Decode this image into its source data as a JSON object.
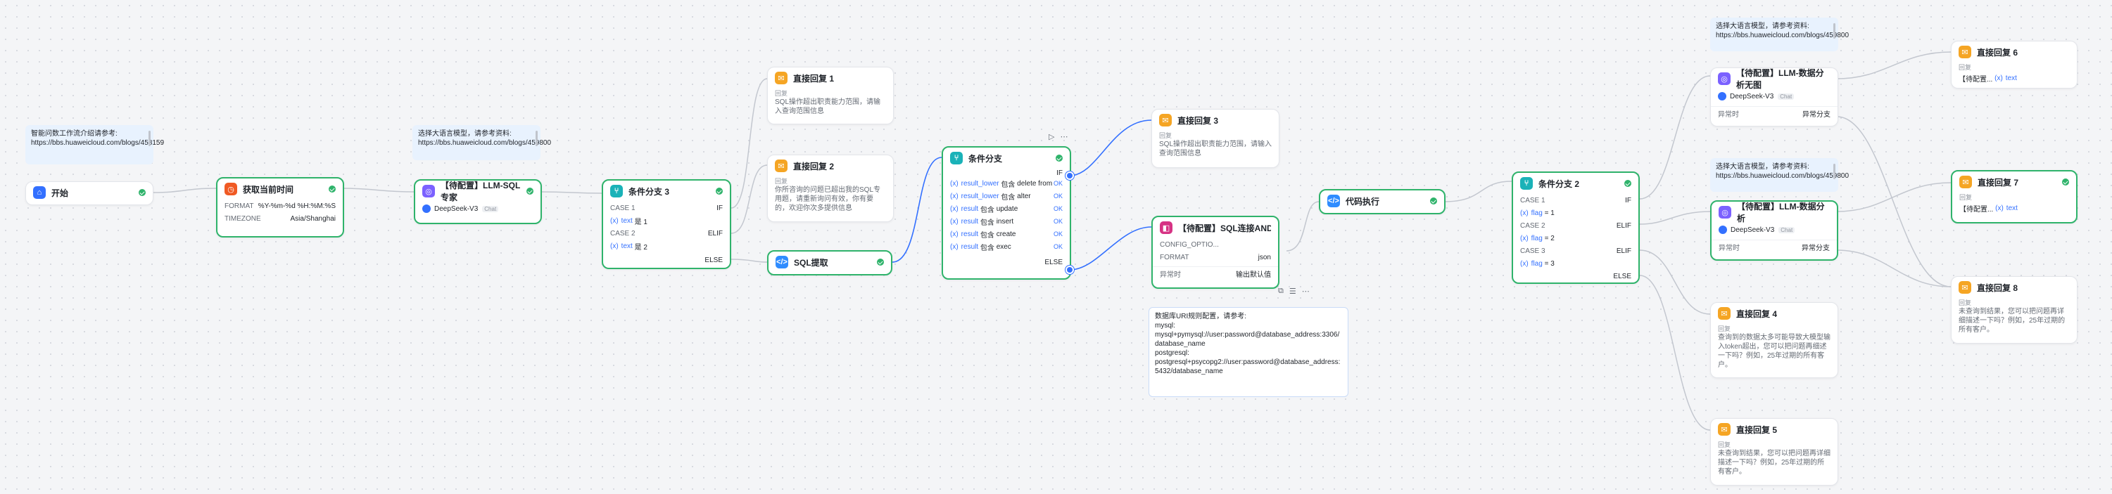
{
  "colors": {
    "accent": "#3370ff",
    "success": "#2fb36b",
    "answer": "#f5a524"
  },
  "nodes": {
    "start": {
      "title": "开始"
    },
    "time": {
      "title": "获取当前时间",
      "rows": [
        {
          "k": "FORMAT",
          "v": "%Y-%m-%d %H:%M:%S"
        },
        {
          "k": "TIMEZONE",
          "v": "Asia/Shanghai"
        }
      ]
    },
    "llm_sql": {
      "title": "【待配置】LLM-SQL专家",
      "model": "DeepSeek-V3",
      "chip": "Chat"
    },
    "cond3": {
      "title": "条件分支 3",
      "case1": "CASE 1",
      "if": "IF",
      "row1_var": "text",
      "row1_op": "是 1",
      "case2": "CASE 2",
      "elif": "ELIF",
      "row2_var": "text",
      "row2_op": "是 2",
      "else": "ELSE"
    },
    "reply1": {
      "title": "直接回复 1",
      "label": "回复",
      "text": "SQL操作超出职责能力范围，请输入查询范围信息"
    },
    "reply2": {
      "title": "直接回复 2",
      "label": "回复",
      "text": "你所咨询的问题已超出我的SQL专用题，请重新询问有效，你有要的，欢迎你次多提供信息"
    },
    "sql_extract": {
      "title": "SQL提取"
    },
    "cond1": {
      "title": "条件分支",
      "rows": [
        {
          "var": "result_lower",
          "op": "包含",
          "val": "delete from",
          "ok": "OK"
        },
        {
          "var": "result_lower",
          "op": "包含",
          "val": "alter",
          "ok": "OK"
        },
        {
          "var": "result",
          "op": "包含",
          "val": "update",
          "ok": "OK"
        },
        {
          "var": "result",
          "op": "包含",
          "val": "insert",
          "ok": "OK"
        },
        {
          "var": "result",
          "op": "包含",
          "val": "create",
          "ok": "OK"
        },
        {
          "var": "result",
          "op": "包含",
          "val": "exec",
          "ok": "OK"
        }
      ],
      "if": "IF",
      "else": "ELSE"
    },
    "reply3": {
      "title": "直接回复 3",
      "label": "回复",
      "text": "SQL操作超出职责能力范围，请输入查询范围信息"
    },
    "sql_and": {
      "title": "【待配置】SQL连接AND查询",
      "config": "CONFIG_OPTIO...",
      "format_k": "FORMAT",
      "format_v": "json",
      "err_k": "异常时",
      "err_v": "输出默认值"
    },
    "code": {
      "title": "代码执行"
    },
    "cond2": {
      "title": "条件分支 2",
      "rows": [
        {
          "case": "CASE 1",
          "kw": "IF",
          "var": "flag",
          "op": "= 1"
        },
        {
          "case": "CASE 2",
          "kw": "ELIF",
          "var": "flag",
          "op": "= 2"
        },
        {
          "case": "CASE 3",
          "kw": "ELIF",
          "var": "flag",
          "op": "= 3"
        }
      ],
      "else": "ELSE"
    },
    "llm_nochart": {
      "title": "【待配置】LLM-数据分析无图",
      "model": "DeepSeek-V3",
      "chip": "Chat",
      "err_k": "异常时",
      "err_v": "异常分支"
    },
    "llm_chart": {
      "title": "【待配置】LLM-数据分析",
      "model": "DeepSeek-V3",
      "chip": "Chat",
      "err_k": "异常时",
      "err_v": "异常分支"
    },
    "reply4": {
      "title": "直接回复 4",
      "label": "回复",
      "text": "查询到的数据太多可能导致大模型输入token超出，您可以把问题再细述一下吗？例如，25年过期的所有客户。"
    },
    "reply5": {
      "title": "直接回复 5",
      "label": "回复",
      "text": "未查询到结果，您可以把问题再详细描述一下吗？例如，25年过期的所有客户。"
    },
    "reply6": {
      "title": "直接回复 6",
      "label": "回复",
      "text": "【待配置...",
      "var": "text"
    },
    "reply7": {
      "title": "直接回复 7",
      "label": "回复",
      "text": "【待配置...",
      "var": "text"
    },
    "reply8": {
      "title": "直接回复 8",
      "label": "回复",
      "text": "未查询到结果，您可以把问题再详细描述一下吗？例如，25年过期的所有客户。"
    }
  },
  "notes": {
    "n1": "智能问数工作流介绍请参考:\nhttps://bbs.huaweicloud.com/blogs/458159",
    "n2": "选择大语言模型，请参考资料:\nhttps://bbs.huaweicloud.com/blogs/459800",
    "n3": "数据库URI规则配置，请参考:\nmysql:\nmysql+pymysql://user:password@database_address:3306/database_name\npostgresql:\npostgresql+psycopg2://user:password@database_address:5432/database_name",
    "n4": "选择大语言模型，请参考资料:\nhttps://bbs.huaweicloud.com/blogs/459800",
    "n5": "选择大语言模型，请参考资料:\nhttps://bbs.huaweicloud.com/blogs/459800"
  }
}
